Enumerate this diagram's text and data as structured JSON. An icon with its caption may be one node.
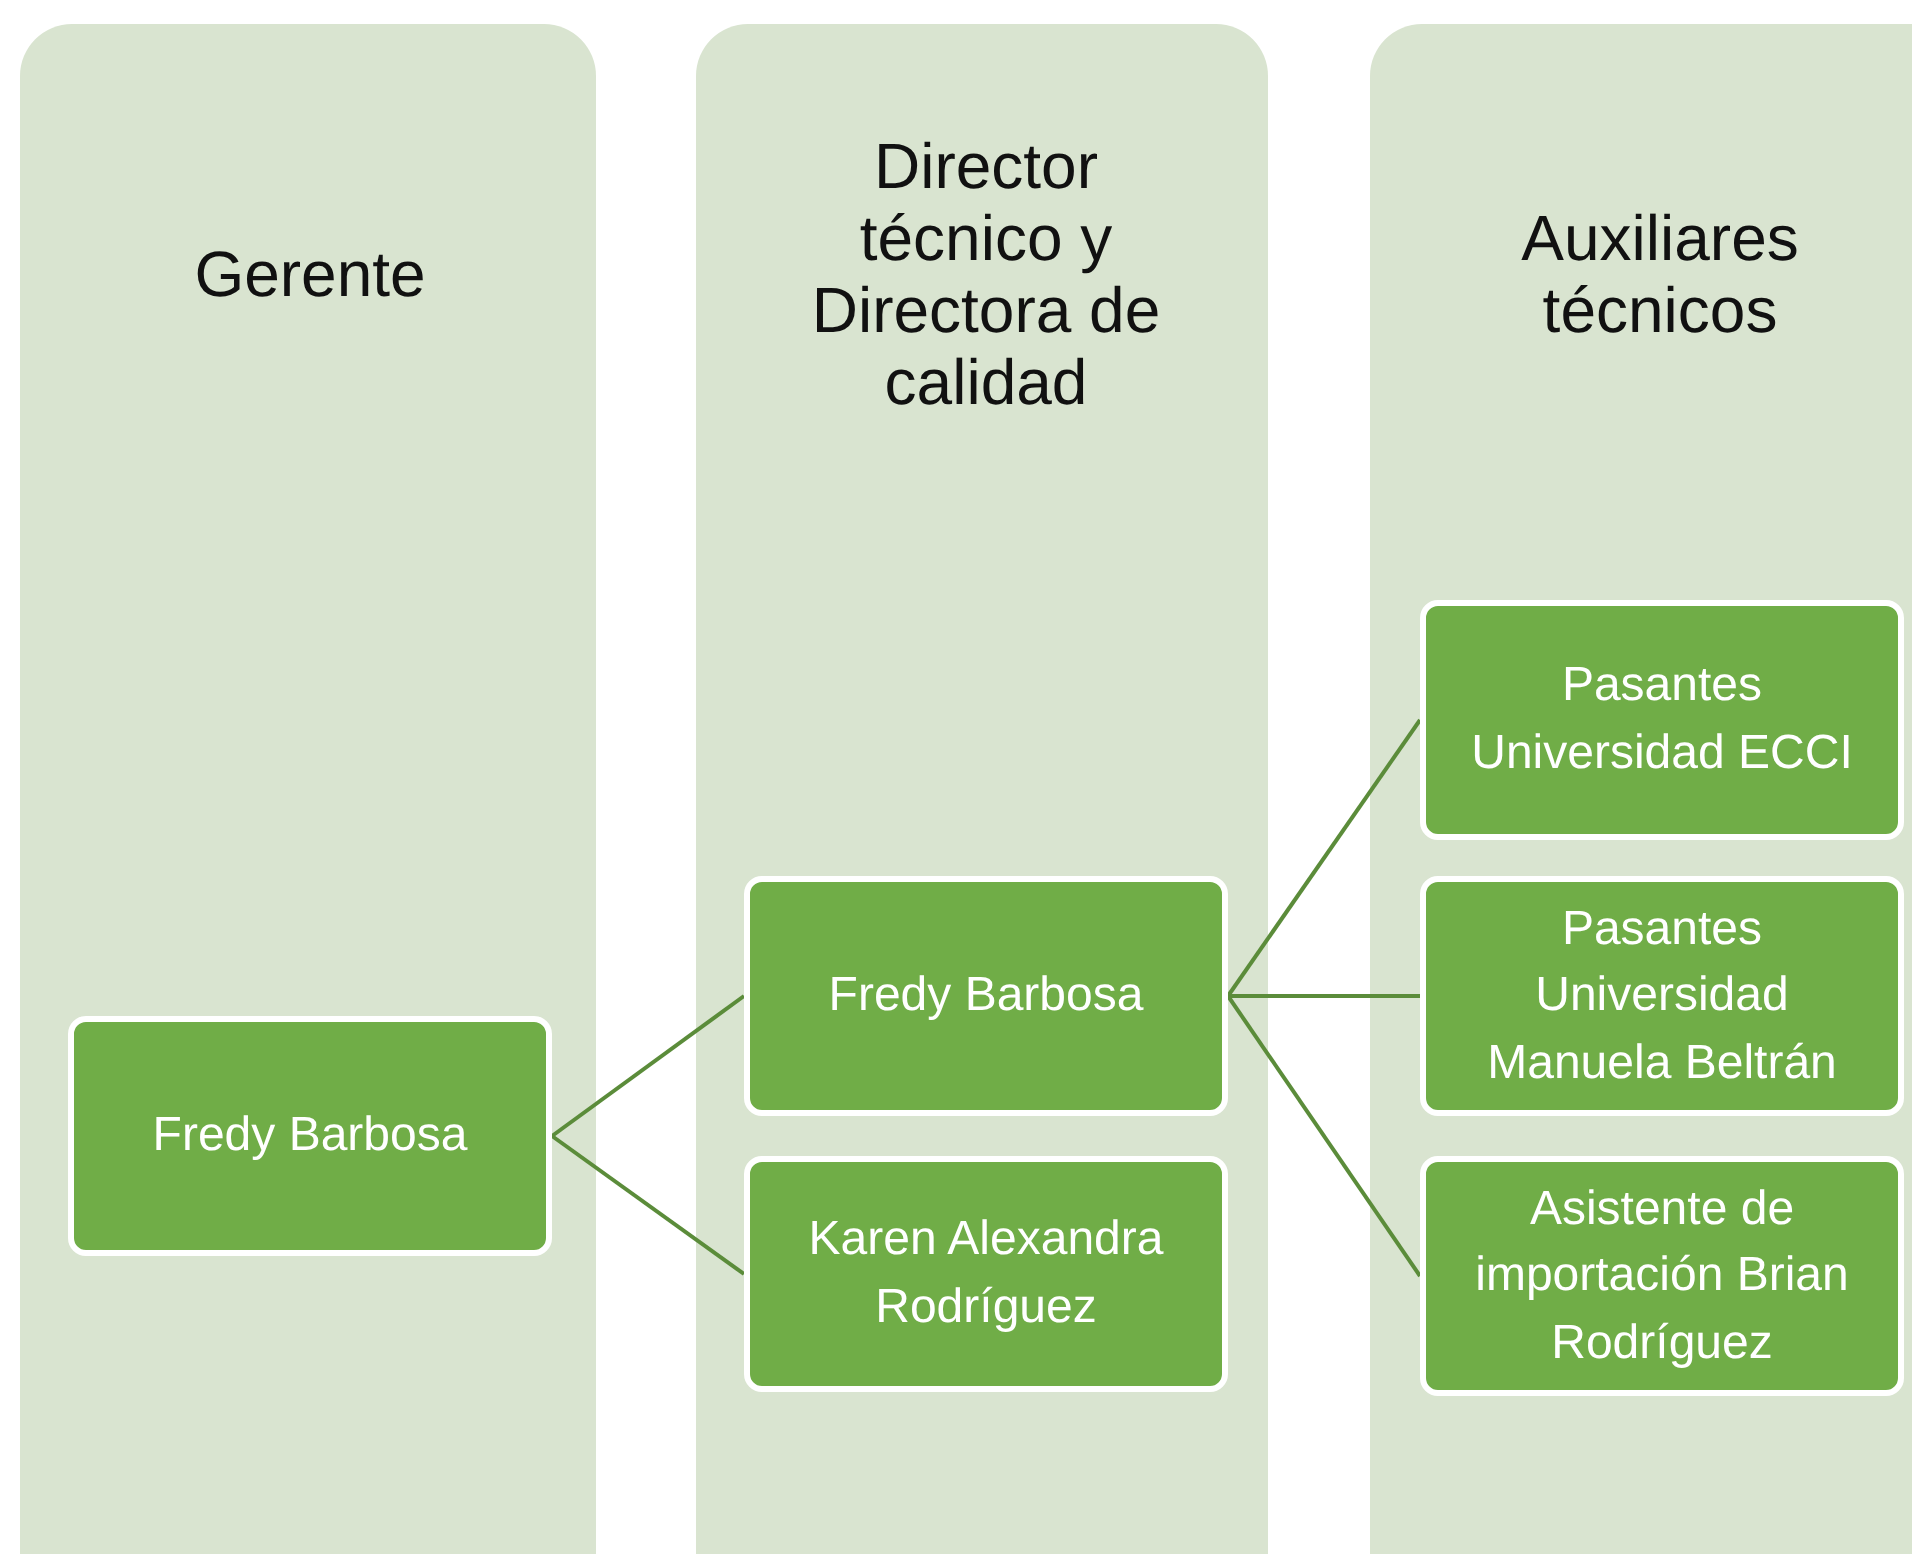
{
  "diagram": {
    "nodes": [
      {
        "text": [
          "Gerente"
        ]
      },
      {
        "text": [
          "Director técnico y Directora de calidad"
        ]
      },
      {
        "text": [
          "Auxiliares técnicos"
        ]
      },
      {
        "text": [
          "Fredy Barbosa"
        ],
        "in": 0
      },
      {
        "text": [
          "Fredy Barbosa"
        ],
        "in": 1
      },
      {
        "text": [
          "Karen Alexandra Rodríguez"
        ],
        "in": 1
      },
      {
        "text": [
          "Pasantes Universidad ECCI"
        ],
        "in": 2
      },
      {
        "text": [
          "Pasantes Universidad Manuela Beltrán"
        ],
        "in": 2
      },
      {
        "text": [
          "Asistente de importación Brian Rodríguez"
        ],
        "in": 2
      }
    ],
    "edges": [
      {
        "from": 3,
        "to": 4,
        "arrow": "none"
      },
      {
        "from": 3,
        "to": 5,
        "arrow": "none"
      },
      {
        "from": 4,
        "to": 6,
        "arrow": "none"
      },
      {
        "from": 4,
        "to": 7,
        "arrow": "none"
      },
      {
        "from": 4,
        "to": 8,
        "arrow": "none"
      }
    ]
  }
}
